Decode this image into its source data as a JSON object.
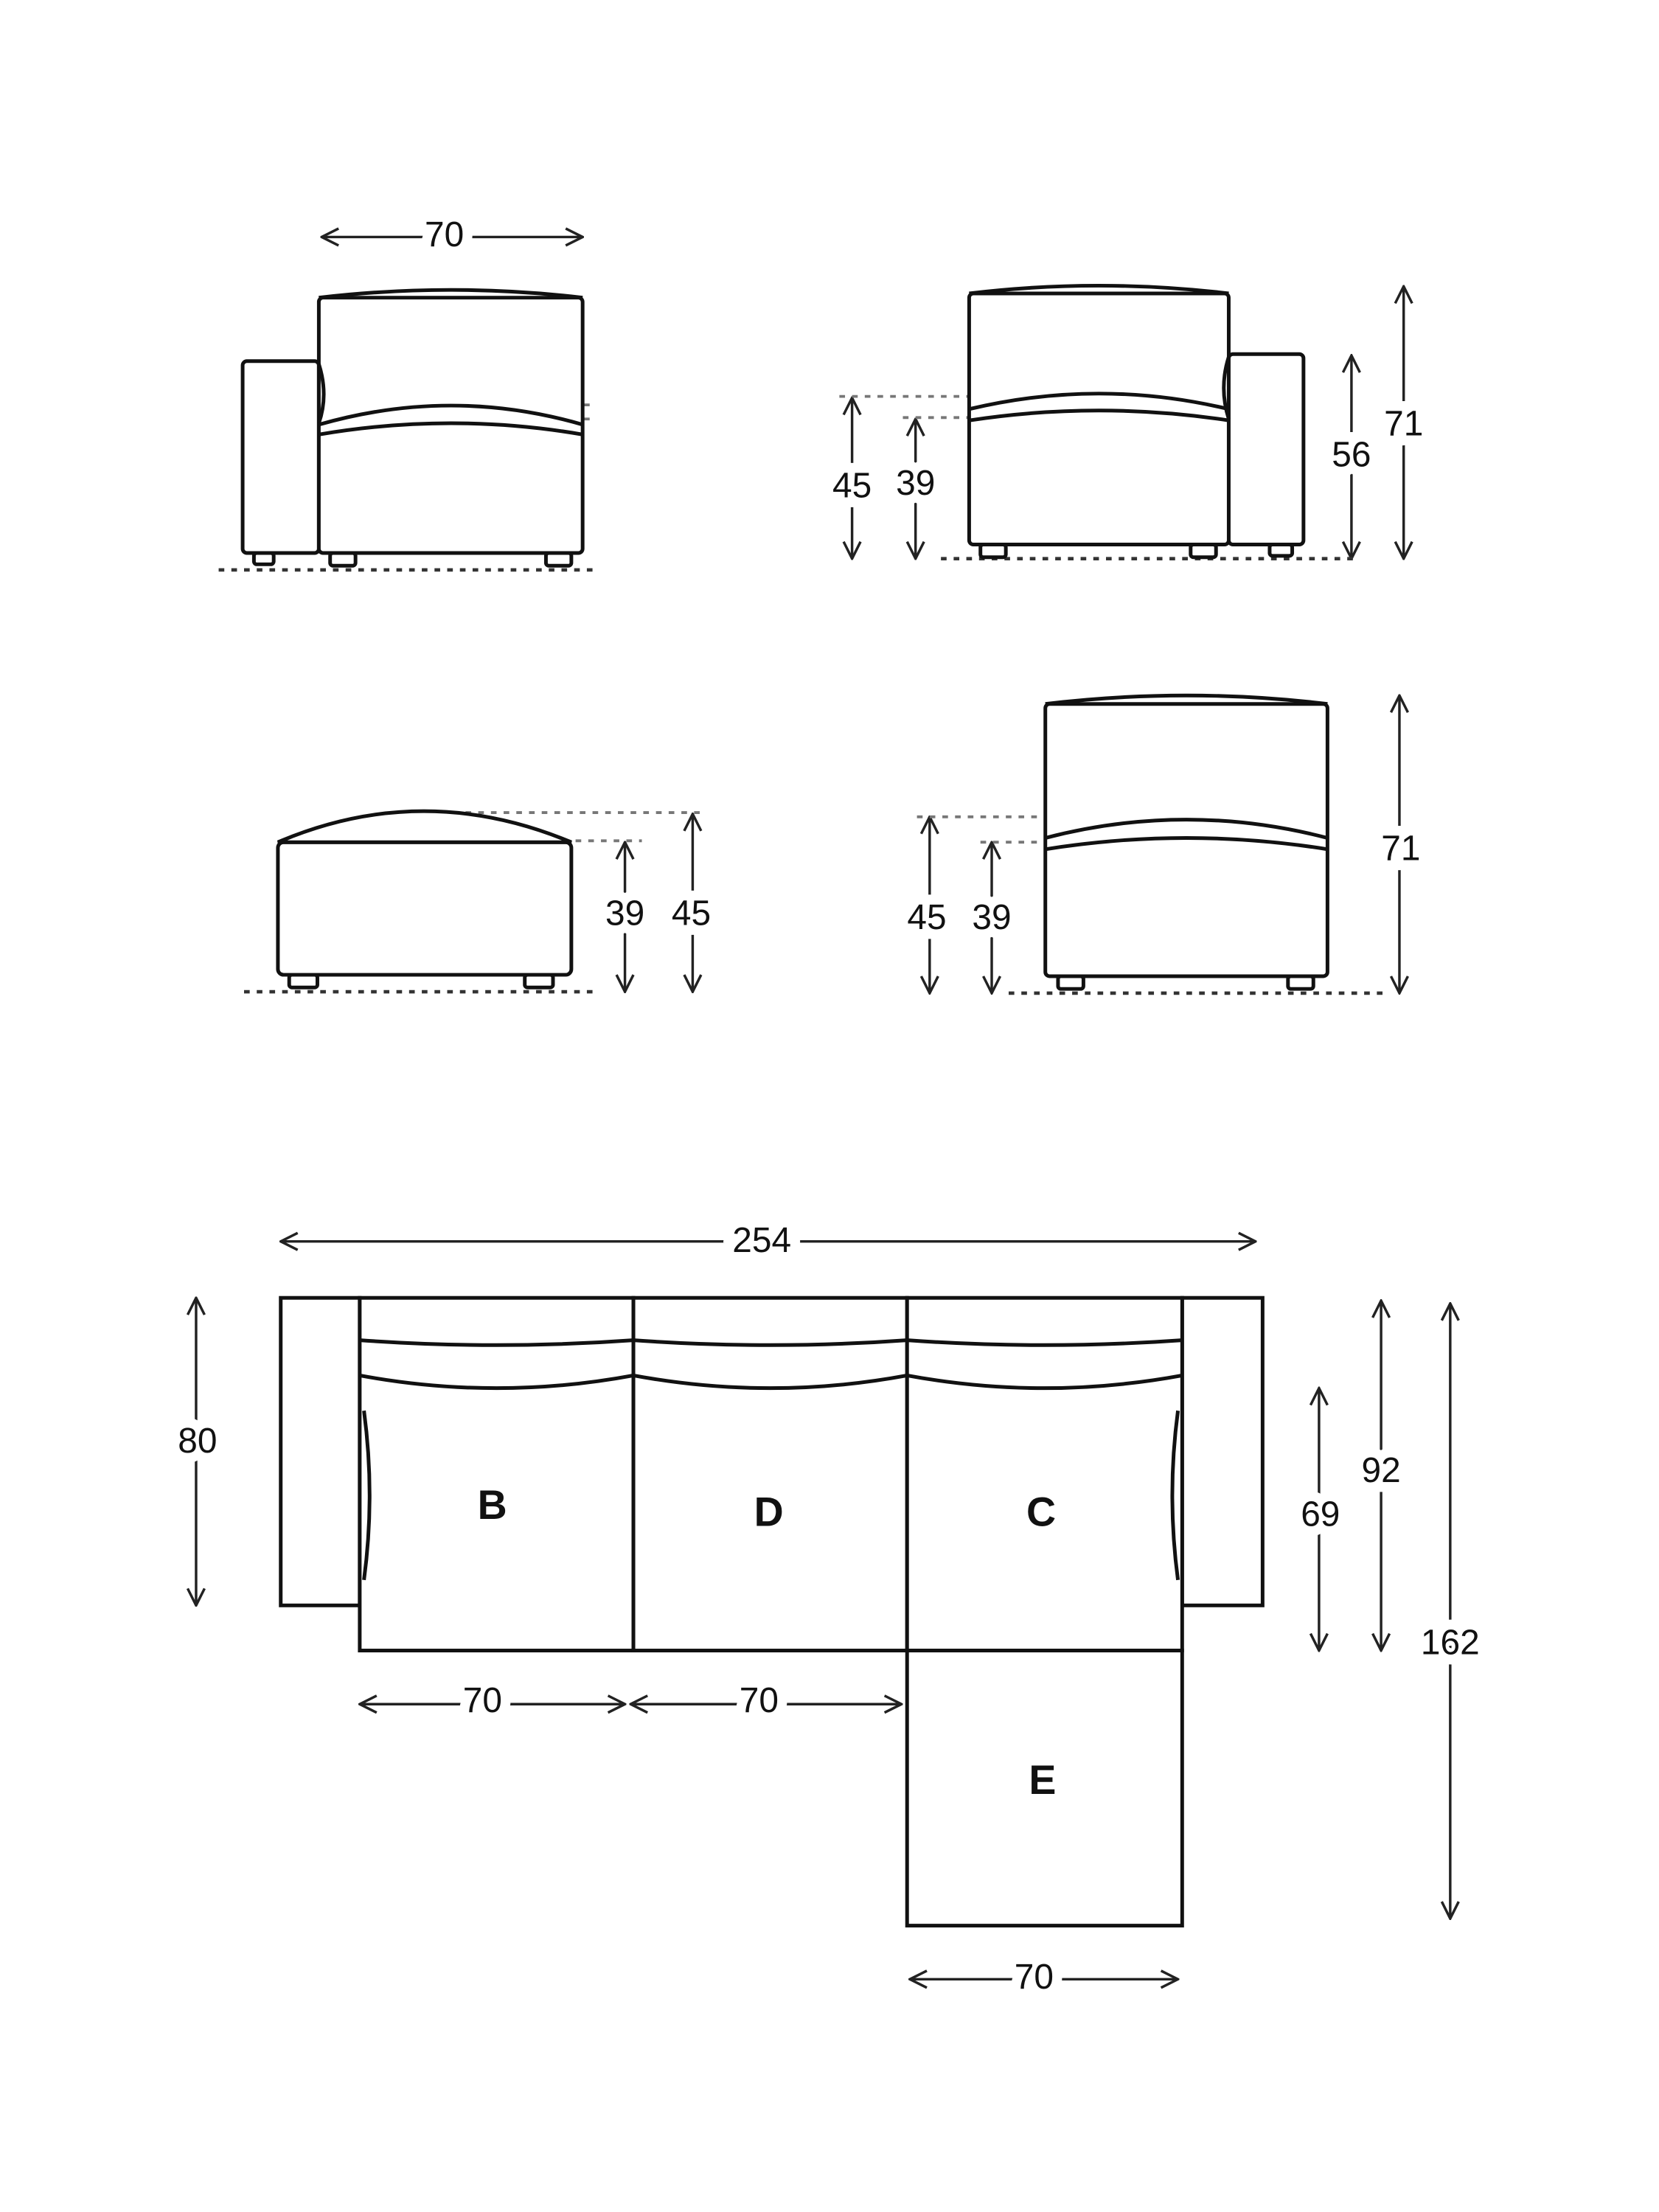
{
  "modules": {
    "left_arm_unit": {
      "width": "70"
    },
    "right_arm_unit": {
      "seat_height": "45",
      "seat_depth_height": "39",
      "arm_height": "56",
      "total_height": "71"
    },
    "ottoman": {
      "height_low": "39",
      "height_high": "45"
    },
    "armless_unit": {
      "seat_height": "45",
      "seat_depth_height": "39",
      "total_height": "71"
    }
  },
  "plan": {
    "total_width": "254",
    "depth": "80",
    "seat_depth": "69",
    "total_depth": "92",
    "chaise_depth": "162",
    "seat_widths": [
      "70",
      "70"
    ],
    "chaise_width": "70",
    "sections": [
      "B",
      "D",
      "C",
      "E"
    ]
  }
}
